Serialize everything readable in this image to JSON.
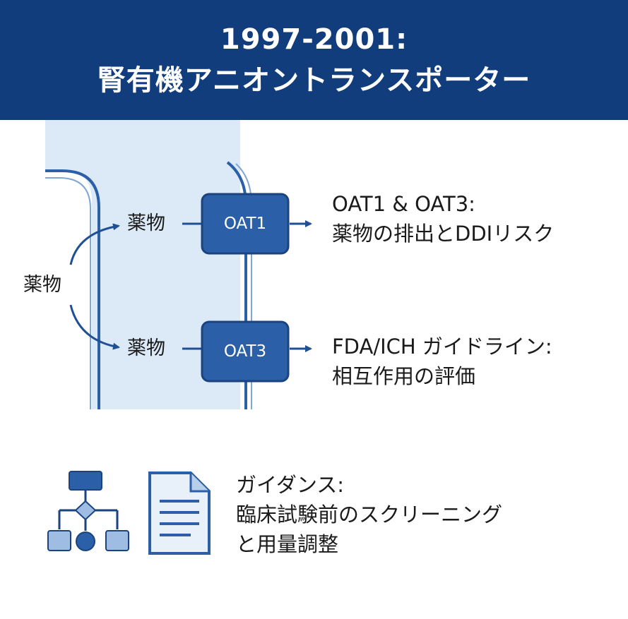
{
  "header": {
    "title_line1": "1997-2001:",
    "title_line2": "腎有機アニオントランスポーター"
  },
  "diagram": {
    "drug_main_label": "薬物",
    "drug_top_label": "薬物",
    "drug_bottom_label": "薬物",
    "transporter_top": "OAT1",
    "transporter_bottom": "OAT3",
    "note_top": [
      "OAT1 & OAT3:",
      "薬物の排出とDDIリスク"
    ],
    "note_middle": [
      "FDA/ICH ガイドライン:",
      "相互作用の評価"
    ],
    "note_bottom": [
      "ガイダンス:",
      "臨床試験前のスクリーニング",
      "と用量調整"
    ]
  },
  "colors": {
    "header_bg": "#123d7c",
    "accent_blue": "#2b5fa8",
    "tubule_fill": "#dce9f7",
    "tubule_stroke": "#2b5fa8"
  },
  "icons": [
    "flowchart-icon",
    "document-icon"
  ]
}
